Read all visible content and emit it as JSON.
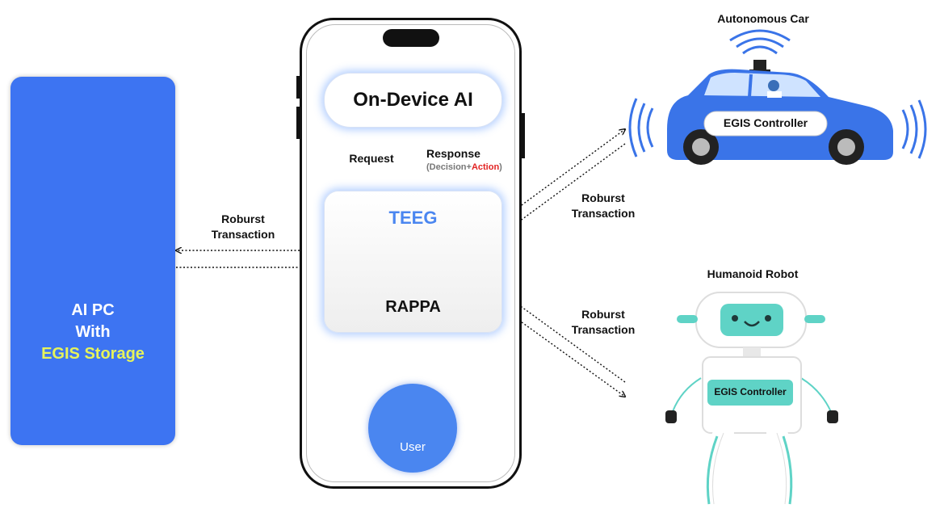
{
  "aipc": {
    "line1": "AI PC",
    "line2": "With",
    "line3": "EGIS Storage"
  },
  "phone": {
    "on_device": "On-Device AI",
    "request": "Request",
    "response": "Response",
    "response_sub_open": "(Decision+",
    "response_sub_action": "Action",
    "response_sub_close": ")",
    "teeg": "TEEG",
    "rappa": "RAPPA",
    "user": "User"
  },
  "links": {
    "left_line1": "Roburst",
    "left_line2": "Transaction",
    "car_line1": "Roburst",
    "car_line2": "Transaction",
    "robot_line1": "Roburst",
    "robot_line2": "Transaction"
  },
  "car": {
    "title": "Autonomous Car",
    "controller": "EGIS Controller"
  },
  "robot": {
    "title": "Humanoid Robot",
    "controller": "EGIS Controller"
  },
  "colors": {
    "card_blue": "#3d74f2",
    "accent_blue": "#4a86f0",
    "storage_yellow": "#e6f35a",
    "action_red": "#e22222",
    "robot_teal": "#5fd3c6"
  }
}
